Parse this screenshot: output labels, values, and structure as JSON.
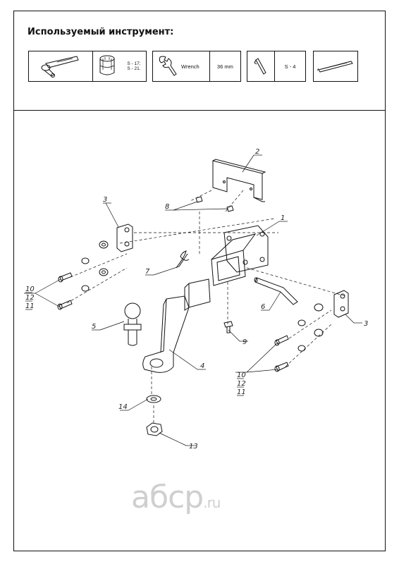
{
  "header": {
    "title": "Используемый инструмент:"
  },
  "tools": [
    {
      "icon": "torque-wrench-icon"
    },
    {
      "icon": "socket-head-icon",
      "sizes": [
        "S - 17;",
        "S - 21."
      ]
    },
    {
      "icon": "open-wrench-icon",
      "label": "Wrench",
      "size": "36 mm"
    },
    {
      "icon": "hex-key-icon",
      "size": "S - 4"
    },
    {
      "icon": "pry-bar-icon"
    }
  ],
  "callouts": [
    "1",
    "2",
    "3",
    "3",
    "4",
    "5",
    "6",
    "7",
    "8",
    "9",
    "10",
    "12",
    "11",
    "10",
    "12",
    "11",
    "13",
    "14"
  ],
  "watermark": {
    "text": "aбcp",
    "suffix": ".ru"
  }
}
